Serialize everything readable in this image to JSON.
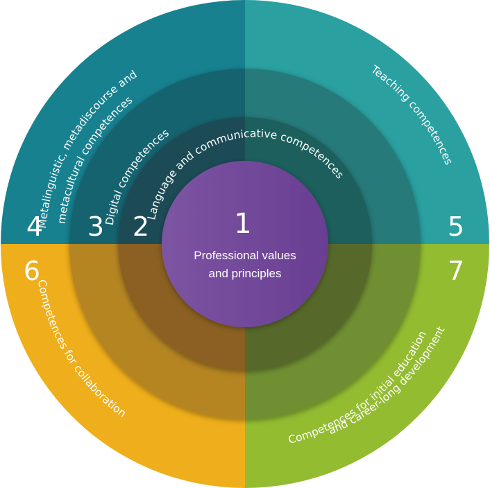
{
  "title": "Competence framework wheel",
  "center": {
    "number": "1",
    "label_line1": "Professional values",
    "label_line2": "and principles",
    "color_left": "#7c55a2",
    "color_right": "#693e92"
  },
  "rings": [
    {
      "number": "2",
      "label": "Language and communicative competences"
    },
    {
      "number": "3",
      "label": "Digital competences"
    },
    {
      "number": "4",
      "label_line1": "Metalinguistic, metadiscourse and",
      "label_line2": "metacultural competences"
    },
    {
      "number": "5",
      "label": "Teaching competences"
    },
    {
      "number": "6",
      "label": "Competences for collaboration"
    },
    {
      "number": "7",
      "label_line1": "Competences for initial education",
      "label_line2": "and career-long development"
    }
  ],
  "quadrant_colors": {
    "top_left": {
      "outer": "#178190",
      "middle": "#14636f",
      "inner": "#1b4b56"
    },
    "top_right": {
      "outer": "#2aa0a0",
      "middle": "#257a7a",
      "inner": "#1f5f5b"
    },
    "bottom_left": {
      "outer": "#efae1b",
      "middle": "#b58523",
      "inner": "#8b6121"
    },
    "bottom_right": {
      "outer": "#93bc31",
      "middle": "#708f31",
      "inner": "#57692b"
    }
  }
}
